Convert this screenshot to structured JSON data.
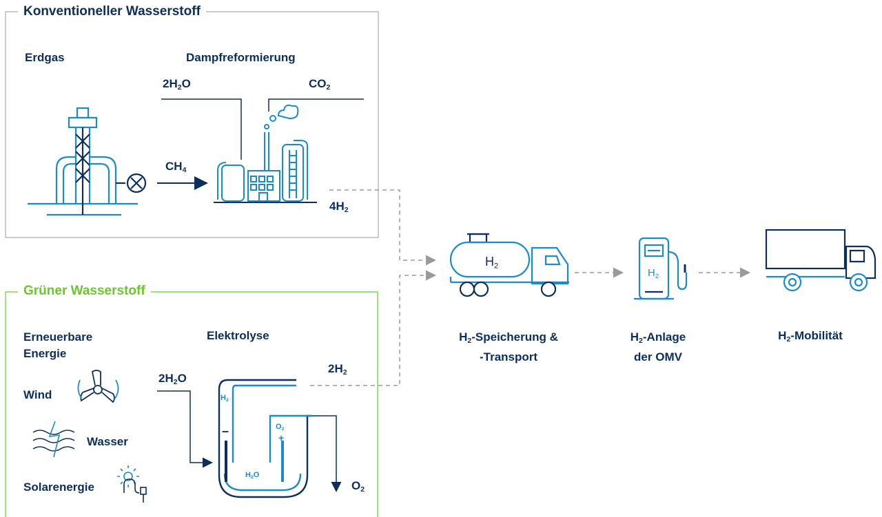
{
  "conventional": {
    "title": "Konventioneller Wasserstoff",
    "source": "Erdgas",
    "process": "Dampfreformierung",
    "input_water_main": "2H",
    "input_water_sub": "2",
    "input_water_tail": "O",
    "output_co2_main": "CO",
    "output_co2_sub": "2",
    "ch4_main": "CH",
    "ch4_sub": "4",
    "output_h2_main": "4H",
    "output_h2_sub": "2"
  },
  "green": {
    "title": "Grüner Wasserstoff",
    "source_line1": "Erneuerbare",
    "source_line2": "Energie",
    "process": "Elektrolyse",
    "wind": "Wind",
    "water": "Wasser",
    "solar": "Solarenergie",
    "input_water_main": "2H",
    "input_water_sub": "2",
    "input_water_tail": "O",
    "output_h2_main": "2H",
    "output_h2_sub": "2",
    "output_o2_main": "O",
    "output_o2_sub": "2",
    "cell_h2_main": "H",
    "cell_h2_sub": "2",
    "cell_o2_main": "O",
    "cell_o2_sub": "2",
    "cell_h2o_main": "H",
    "cell_h2o_sub": "2",
    "cell_h2o_tail": "O",
    "minus": "–",
    "plus": "+"
  },
  "chain": {
    "storage_main": "H",
    "storage_sub": "2",
    "storage_tail": "-Speicherung &",
    "storage_line2": "-Transport",
    "station_main": "H",
    "station_sub": "2",
    "station_tail": "-Anlage",
    "station_line2": "der OMV",
    "mobility_main": "H",
    "mobility_sub": "2",
    "mobility_tail": "-Mobilität",
    "tank_label_main": "H",
    "tank_label_sub": "2",
    "pump_label_main": "H",
    "pump_label_sub": "2"
  },
  "colors": {
    "navy": "#0b2e5c",
    "blue": "#1a8ad0",
    "green": "#6cc72e",
    "grey": "#9a9a9a"
  }
}
